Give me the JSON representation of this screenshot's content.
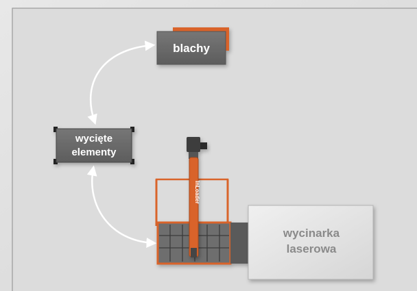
{
  "diagram": {
    "nodes": {
      "sheets": {
        "label": "blachy"
      },
      "cut_parts": {
        "label_line1": "wycięte",
        "label_line2": "elementy"
      },
      "laser": {
        "label_line1": "wycinarka",
        "label_line2": "laserowa"
      },
      "robot_arm": {
        "label": "InLoader"
      }
    },
    "colors": {
      "background": "#e4e4e4",
      "panel": "#d9d9d9",
      "node_dark": "#6b6b6b",
      "node_light": "#e9e9e9",
      "accent_orange": "#d9642a",
      "arrow": "#ffffff"
    }
  }
}
